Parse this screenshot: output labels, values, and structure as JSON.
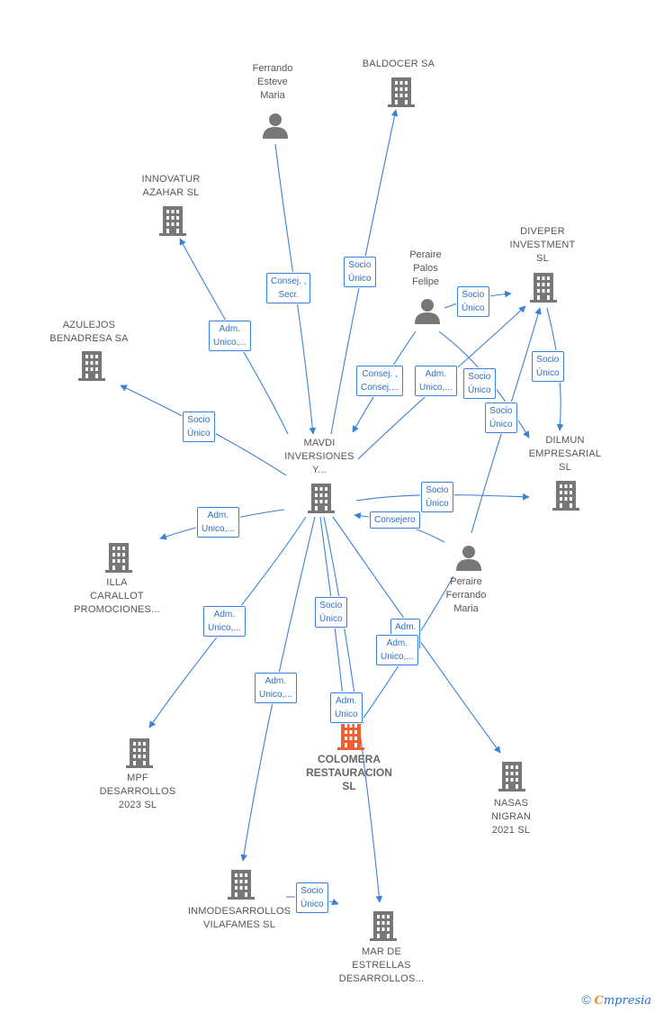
{
  "colors": {
    "edge": "#3b82d6",
    "node_icon": "#777777",
    "focus_icon": "#f06033"
  },
  "footer": {
    "copyright": "©",
    "brand_first": "C",
    "brand_rest": "mpresia"
  },
  "nodes": {
    "ferrando": {
      "lines": [
        "Ferrando",
        "Esteve",
        "Maria"
      ],
      "kind": "person"
    },
    "baldocer": {
      "lines": [
        "BALDOCER SA"
      ],
      "kind": "company"
    },
    "innovatur": {
      "lines": [
        "INNOVATUR",
        "AZAHAR  SL"
      ],
      "kind": "company"
    },
    "peraire_palos": {
      "lines": [
        "Peraire",
        "Palos",
        "Felipe"
      ],
      "kind": "person"
    },
    "diveper": {
      "lines": [
        "DIVEPER",
        "INVESTMENT",
        "SL"
      ],
      "kind": "company"
    },
    "azulejos": {
      "lines": [
        "AZULEJOS",
        "BENADRESA SA"
      ],
      "kind": "company"
    },
    "mavdi": {
      "lines": [
        "MAVDI",
        "INVERSIONES",
        "Y..."
      ],
      "kind": "company"
    },
    "dilmun": {
      "lines": [
        "DILMUN",
        "EMPRESARIAL",
        "SL"
      ],
      "kind": "company"
    },
    "illa": {
      "lines": [
        "ILLA",
        "CARALLOT",
        "PROMOCIONES..."
      ],
      "kind": "company"
    },
    "peraire_ferrando": {
      "lines": [
        "Peraire",
        "Ferrando",
        "Maria"
      ],
      "kind": "person"
    },
    "colomera": {
      "lines": [
        "COLOMERA",
        "RESTAURACION",
        "SL"
      ],
      "kind": "focus"
    },
    "mpf": {
      "lines": [
        "MPF",
        "DESARROLLOS",
        "2023  SL"
      ],
      "kind": "company"
    },
    "nasas": {
      "lines": [
        "NASAS",
        "NIGRAN",
        "2021  SL"
      ],
      "kind": "company"
    },
    "inmodesarrollos": {
      "lines": [
        "INMODESARROLLOS",
        "VILAFAMES  SL"
      ],
      "kind": "company"
    },
    "mar_estrellas": {
      "lines": [
        "MAR DE",
        "ESTRELLAS",
        "DESARROLLOS..."
      ],
      "kind": "company"
    }
  },
  "edge_labels": [
    {
      "id": "consej-secr",
      "lines": [
        "Consej. ,",
        "Secr."
      ]
    },
    {
      "id": "socio-unico-baldocer",
      "lines": [
        "Socio",
        "Único"
      ]
    },
    {
      "id": "adm-unico-innovatur",
      "lines": [
        "Adm.",
        "Unico,..."
      ]
    },
    {
      "id": "socio-unico-diveper",
      "lines": [
        "Socio",
        "Único"
      ]
    },
    {
      "id": "consej-consej",
      "lines": [
        "Consej. ,",
        "Consej...."
      ]
    },
    {
      "id": "adm-unico-mavdi-diveper",
      "lines": [
        "Adm.",
        "Unico,..."
      ]
    },
    {
      "id": "socio-unico-dilmun-a",
      "lines": [
        "Socio",
        "Único"
      ]
    },
    {
      "id": "socio-unico-dilmun-b",
      "lines": [
        "Socio",
        "Único"
      ]
    },
    {
      "id": "socio-unico-diveper-dilmun",
      "lines": [
        "Socio",
        "Único"
      ]
    },
    {
      "id": "socio-unico-azulejos",
      "lines": [
        "Socio",
        "Único"
      ]
    },
    {
      "id": "socio-unico-mavdi-dilmun",
      "lines": [
        "Socio",
        "Único"
      ]
    },
    {
      "id": "consejero",
      "lines": [
        "Consejero"
      ]
    },
    {
      "id": "adm-unico-illa",
      "lines": [
        "Adm.",
        "Unico,..."
      ]
    },
    {
      "id": "adm-unico-mpf",
      "lines": [
        "Adm.",
        "Unico,..."
      ]
    },
    {
      "id": "socio-unico-colomera",
      "lines": [
        "Socio",
        "Único"
      ]
    },
    {
      "id": "adm-nasas",
      "lines": [
        "Adm.",
        "..."
      ]
    },
    {
      "id": "adm-unico-colomera",
      "lines": [
        "Adm.",
        "Unico,..."
      ]
    },
    {
      "id": "adm-unico-inmodes",
      "lines": [
        "Adm.",
        "Unico,..."
      ]
    },
    {
      "id": "adm-unico-focus",
      "lines": [
        "Adm.",
        "Unico"
      ]
    },
    {
      "id": "socio-unico-inmo-mar",
      "lines": [
        "Socio",
        "Único"
      ]
    }
  ]
}
